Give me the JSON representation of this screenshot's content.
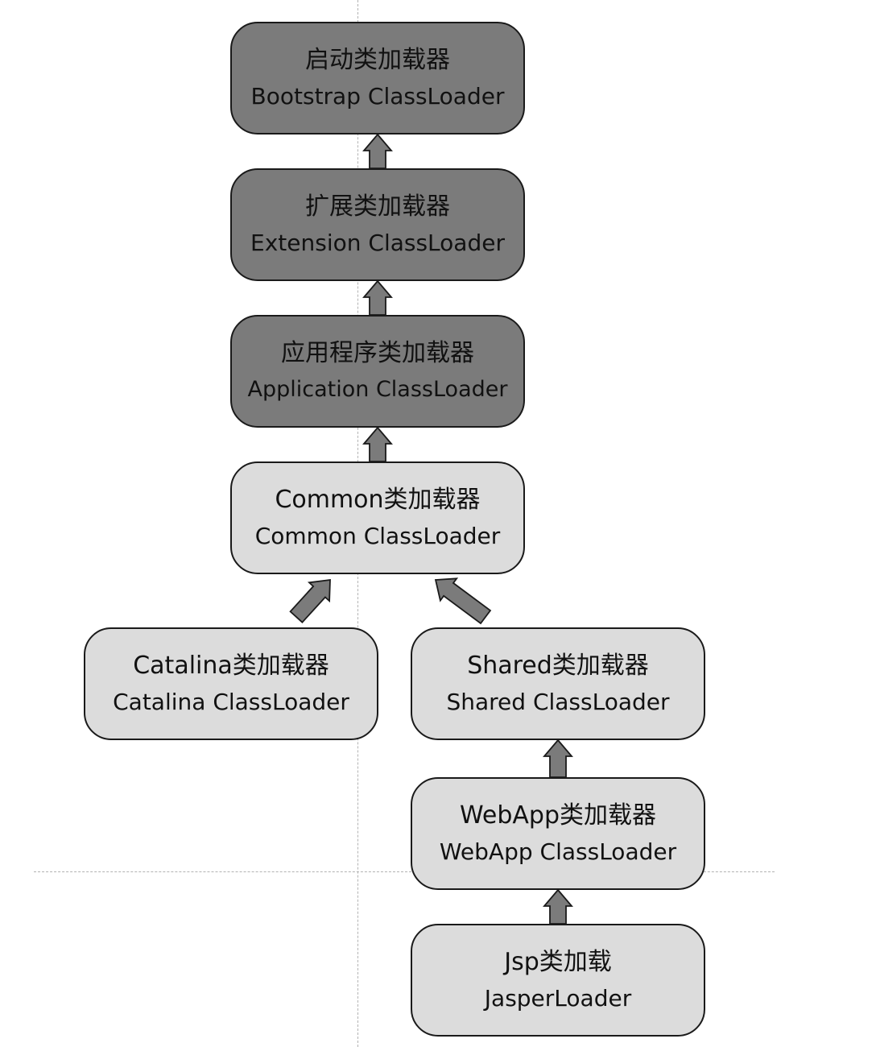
{
  "colors": {
    "core_fill": "#7b7b7b",
    "tomcat_fill": "#dcdcdc",
    "arrow_fill": "#7b7b7b",
    "border": "#1a1a1a",
    "guide": "#b3b3b3"
  },
  "nodes": {
    "bootstrap": {
      "zh": "启动类加载器",
      "en": "Bootstrap ClassLoader"
    },
    "extension": {
      "zh": "扩展类加载器",
      "en": "Extension ClassLoader"
    },
    "application": {
      "zh": "应用程序类加载器",
      "en": "Application ClassLoader"
    },
    "common": {
      "zh": "Common类加载器",
      "en": "Common ClassLoader"
    },
    "catalina": {
      "zh": "Catalina类加载器",
      "en": "Catalina ClassLoader"
    },
    "shared": {
      "zh": "Shared类加载器",
      "en": "Shared ClassLoader"
    },
    "webapp": {
      "zh": "WebApp类加载器",
      "en": "WebApp ClassLoader"
    },
    "jsp": {
      "zh": "Jsp类加载",
      "en": "JasperLoader"
    }
  },
  "edges": [
    {
      "from": "extension",
      "to": "bootstrap"
    },
    {
      "from": "application",
      "to": "extension"
    },
    {
      "from": "common",
      "to": "application"
    },
    {
      "from": "catalina",
      "to": "common"
    },
    {
      "from": "shared",
      "to": "common"
    },
    {
      "from": "webapp",
      "to": "shared"
    },
    {
      "from": "jsp",
      "to": "webapp"
    }
  ]
}
